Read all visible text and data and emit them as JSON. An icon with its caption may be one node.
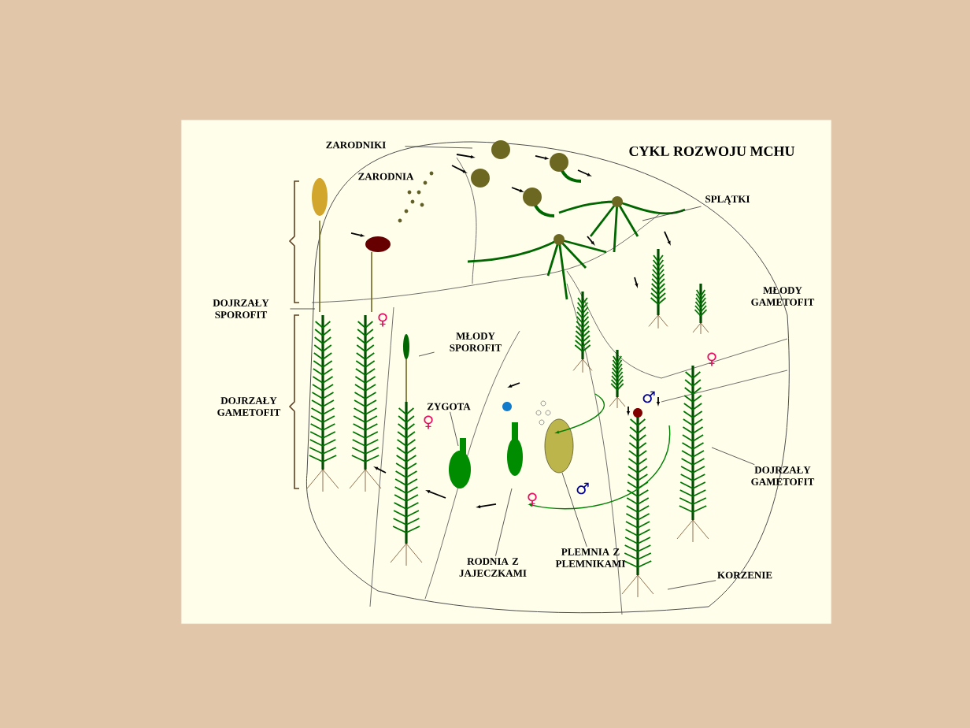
{
  "diagram": {
    "title": "CYKL ROZWOJU MCHU",
    "nodes": [
      {
        "text": [
          "ZARODNIKI"
        ]
      },
      {
        "text": [
          "SPLĄTKI"
        ]
      },
      {
        "text": [
          "DOJRZAŁY SPOROFIT"
        ]
      },
      {
        "text": [
          "MŁODY SPOROFIT"
        ]
      },
      {
        "text": [
          "ZYGOTA"
        ]
      },
      {
        "text": [
          "DOJRZAŁY GAMETOFIT"
        ]
      },
      {
        "text": [
          "RODNIA Z JAJECZKAMI"
        ]
      },
      {
        "text": [
          "PLEMNIA Z PLEMNIKAMI"
        ]
      },
      {
        "text": [
          "KORZENIE"
        ]
      }
    ],
    "edges": [
      {
        "from": 0,
        "to": null,
        "arrow": "none"
      },
      {
        "from": 1,
        "to": null,
        "arrow": "none"
      },
      {
        "from": 2,
        "to": null,
        "arrow": "none"
      },
      {
        "from": 3,
        "to": null,
        "arrow": "none"
      },
      {
        "from": 4,
        "to": null,
        "arrow": "none"
      },
      {
        "from": 5,
        "to": null,
        "arrow": "none"
      },
      {
        "from": 6,
        "to": null,
        "arrow": "none"
      },
      {
        "from": 7,
        "to": null,
        "arrow": "none"
      },
      {
        "from": 8,
        "to": null,
        "arrow": "none"
      }
    ],
    "labels": [
      "ZARODNIA",
      "MŁODY GAMETOFIT",
      "♀",
      "♀",
      "♂",
      "DOJRZAŁY GAMETOFIT",
      "♀",
      "♂",
      "♀"
    ]
  }
}
